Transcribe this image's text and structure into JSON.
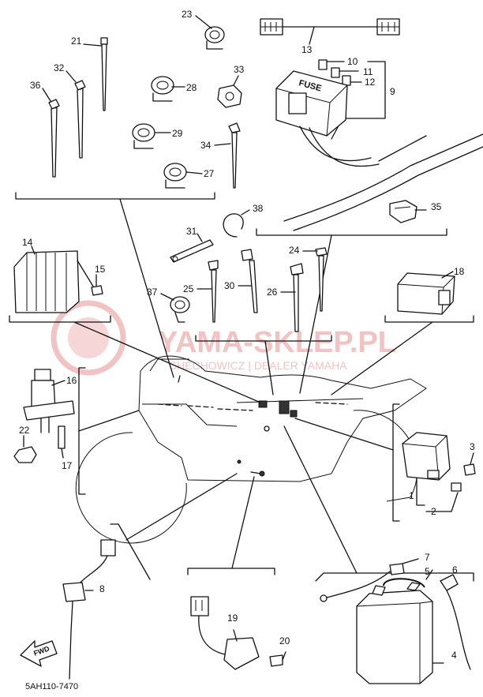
{
  "diagram": {
    "drawing_code": "5AH110-7470",
    "fwd_label": "FWD",
    "fuse_label": "FUSE",
    "watermark": {
      "main": "YAMA-SKLEP.PL",
      "sub": "CHECHOWICZ | DEALER YAMAHA"
    },
    "callouts": [
      {
        "id": "c1",
        "text": "1"
      },
      {
        "id": "c2",
        "text": "2"
      },
      {
        "id": "c3",
        "text": "3"
      },
      {
        "id": "c4",
        "text": "4"
      },
      {
        "id": "c5",
        "text": "5"
      },
      {
        "id": "c6",
        "text": "6"
      },
      {
        "id": "c7",
        "text": "7"
      },
      {
        "id": "c8",
        "text": "8"
      },
      {
        "id": "c9",
        "text": "9"
      },
      {
        "id": "c10",
        "text": "10"
      },
      {
        "id": "c11",
        "text": "11"
      },
      {
        "id": "c12",
        "text": "12"
      },
      {
        "id": "c13",
        "text": "13"
      },
      {
        "id": "c14",
        "text": "14"
      },
      {
        "id": "c15",
        "text": "15"
      },
      {
        "id": "c16",
        "text": "16"
      },
      {
        "id": "c17",
        "text": "17"
      },
      {
        "id": "c18",
        "text": "18"
      },
      {
        "id": "c19",
        "text": "19"
      },
      {
        "id": "c20",
        "text": "20"
      },
      {
        "id": "c21",
        "text": "21"
      },
      {
        "id": "c22",
        "text": "22"
      },
      {
        "id": "c23",
        "text": "23"
      },
      {
        "id": "c24",
        "text": "24"
      },
      {
        "id": "c25",
        "text": "25"
      },
      {
        "id": "c26",
        "text": "26"
      },
      {
        "id": "c27",
        "text": "27"
      },
      {
        "id": "c28",
        "text": "28"
      },
      {
        "id": "c29",
        "text": "29"
      },
      {
        "id": "c30",
        "text": "30"
      },
      {
        "id": "c31",
        "text": "31"
      },
      {
        "id": "c32",
        "text": "32"
      },
      {
        "id": "c33",
        "text": "33"
      },
      {
        "id": "c34",
        "text": "34"
      },
      {
        "id": "c35",
        "text": "35"
      },
      {
        "id": "c36",
        "text": "36"
      },
      {
        "id": "c37",
        "text": "37"
      },
      {
        "id": "c38",
        "text": "38"
      }
    ]
  }
}
